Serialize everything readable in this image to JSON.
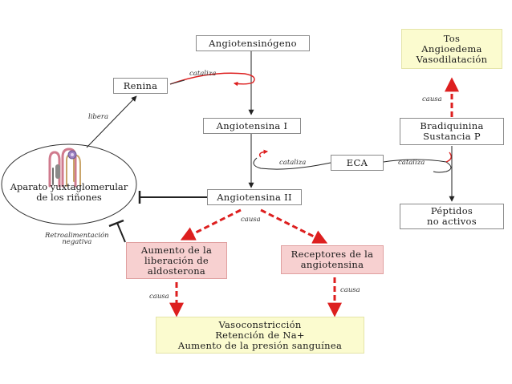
{
  "nodes": {
    "angiotensinogeno": "Angiotensinógeno",
    "renina": "Renina",
    "angiotensina_i": "Angiotensina I",
    "eca": "ECA",
    "angiotensina_ii": "Angiotensina II",
    "aparato": "Aparato yuxtaglomerular\nde los riñones",
    "aldosterona": "Aumento de la\nliberación de\naldosterona",
    "receptores": "Receptores de la\nangiotensina",
    "efectos": "Vasoconstricción\nRetención de Na+\nAumento de la presión sanguínea",
    "tos": "Tos\nAngioedema\nVasodilatación",
    "bradiquinina": "Bradiquinina\nSustancia P",
    "peptidos": "Péptidos\nno activos"
  },
  "edge_labels": {
    "cataliza_renina": "cataliza",
    "libera": "libera",
    "cataliza_eca_left": "cataliza",
    "cataliza_eca_right": "cataliza",
    "causa_center": "causa",
    "retro": "Retroalimentación\nnegativa",
    "causa_aldo": "causa",
    "causa_recep": "causa",
    "causa_tos": "causa"
  },
  "colors": {
    "red_arrow": "#dd1f1f",
    "pink_box": "#f7d0d0",
    "yellow_box": "#fbfbcf",
    "line": "#222222"
  }
}
